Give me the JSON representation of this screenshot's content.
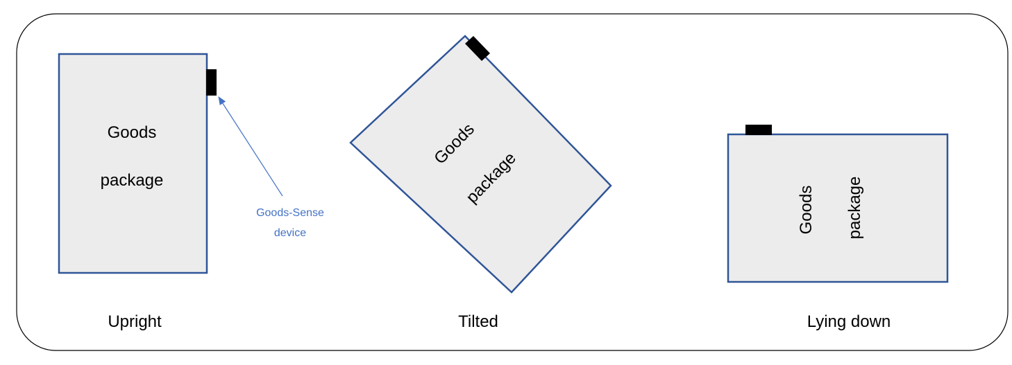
{
  "colors": {
    "package_fill": "#ececec",
    "package_stroke": "#2f5597",
    "device_fill": "#000000",
    "annotation": "#4472c4",
    "border": "#000000"
  },
  "panels": [
    {
      "package_word1": "Goods",
      "package_word2": "package",
      "caption": "Upright"
    },
    {
      "package_word1": "Goods",
      "package_word2": "package",
      "caption": "Tilted"
    },
    {
      "package_word1": "Goods",
      "package_word2": "package",
      "caption": "Lying down"
    }
  ],
  "annotation": {
    "line1": "Goods-Sense",
    "line2": "device"
  }
}
